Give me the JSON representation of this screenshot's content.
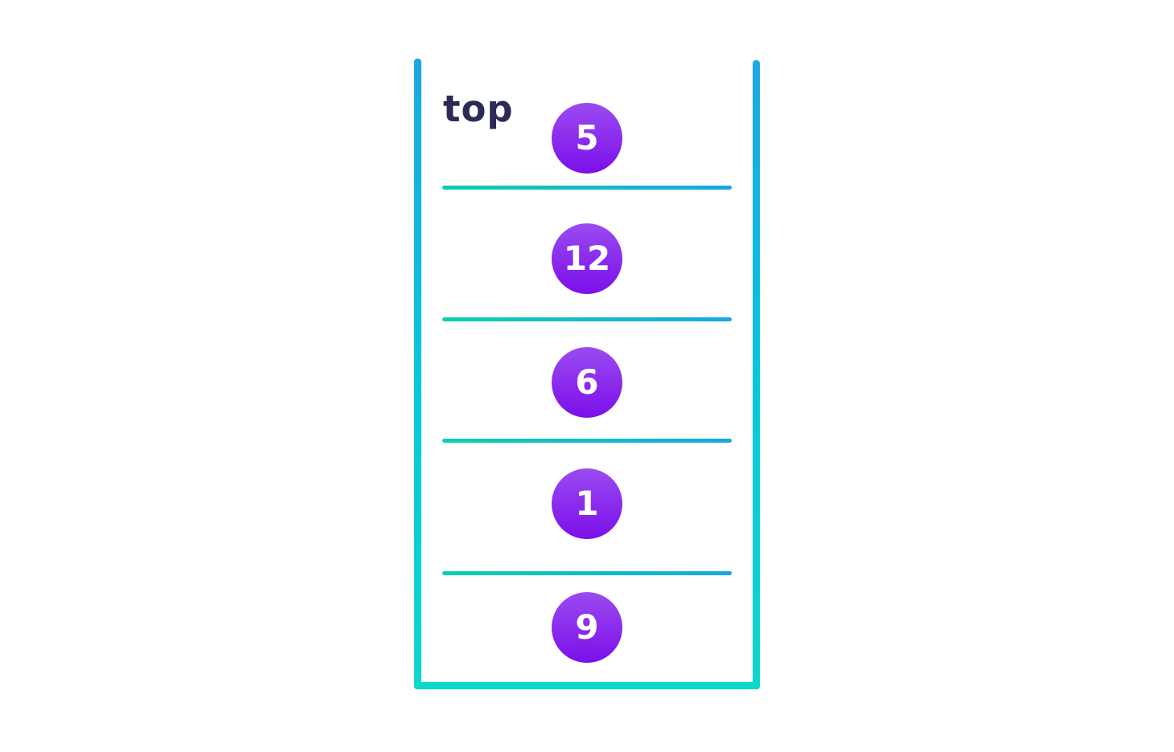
{
  "diagram": {
    "type": "stack",
    "top_label": "top",
    "items": [
      {
        "value": "5"
      },
      {
        "value": "12"
      },
      {
        "value": "6"
      },
      {
        "value": "1"
      },
      {
        "value": "9"
      }
    ],
    "colors": {
      "container_stroke_top": "#1CA7E0",
      "container_stroke_bottom": "#0DD6CB",
      "divider_left": "#0CCFAE",
      "divider_right": "#15A9DF",
      "node_gradient_top": "#9A4BF1",
      "node_gradient_bottom": "#7C0FE9",
      "node_text": "#FFFFFF",
      "label_text": "#2B2B55",
      "background": "#FFFFFF"
    }
  }
}
